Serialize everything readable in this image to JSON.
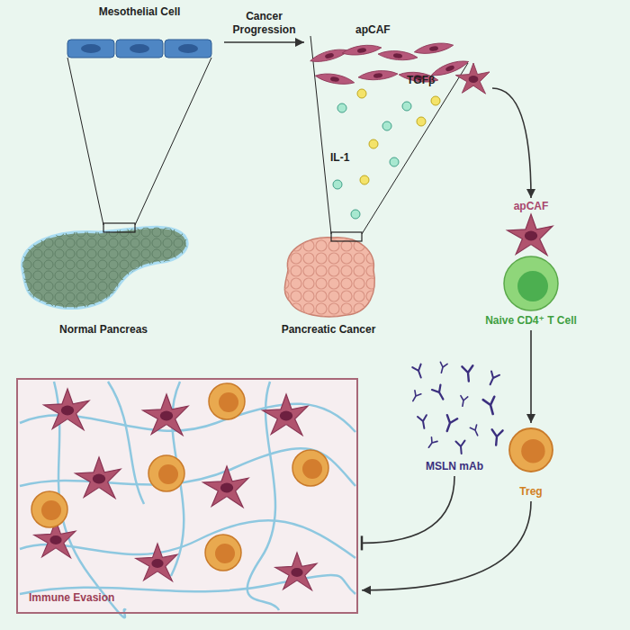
{
  "diagram": {
    "nodes": [
      {
        "text": [
          "Mesothelial Cell"
        ]
      },
      {
        "text": [
          "Normal Pancreas"
        ]
      },
      {
        "text": [
          "apCAF"
        ]
      },
      {
        "text": [
          "Pancreatic Cancer"
        ]
      },
      {
        "text": [
          "apCAF"
        ]
      },
      {
        "text": [
          "Naive CD4⁺ T Cell"
        ]
      },
      {
        "text": [
          "Treg"
        ]
      },
      {
        "text": [
          "MSLN mAb"
        ]
      },
      {
        "text": [
          "Immune Evasion"
        ]
      }
    ],
    "edges": [
      {
        "from": 0,
        "to": 2,
        "label": "Cancer Progression",
        "arrow": "to"
      },
      {
        "from": 2,
        "to": 4,
        "arrow": "to"
      },
      {
        "from": 5,
        "to": 6,
        "arrow": "to"
      },
      {
        "from": 7,
        "to": 8,
        "arrow": "to"
      },
      {
        "from": 6,
        "to": 8,
        "arrow": "to"
      }
    ],
    "labels": [
      "TGFβ",
      "IL-1"
    ]
  }
}
